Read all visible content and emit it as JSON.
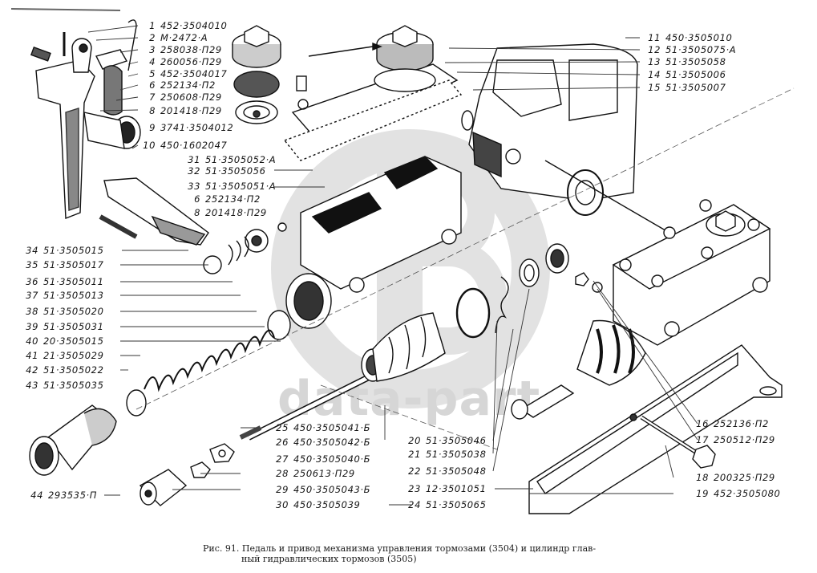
{
  "figure": {
    "caption_line1": "Рис. 91. Педаль и привод механизма управления тормозами (3504) и цилиндр глав-",
    "caption_line2": "ный гидравлических тормозов (3505)",
    "watermark_text": "data-part",
    "watermark_logo": "B-logo"
  },
  "parts_left_top": [
    {
      "num": "1",
      "code": "452·3504010"
    },
    {
      "num": "2",
      "code": "М·2472·А"
    },
    {
      "num": "3",
      "code": "258038·П29"
    },
    {
      "num": "4",
      "code": "260056·П29"
    },
    {
      "num": "5",
      "code": "452·3504017"
    },
    {
      "num": "6",
      "code": "252134·П2"
    },
    {
      "num": "7",
      "code": "250608·П29"
    },
    {
      "num": "8",
      "code": "201418·П29"
    },
    {
      "num": "9",
      "code": "3741·3504012"
    },
    {
      "num": "10",
      "code": "450·1602047"
    }
  ],
  "parts_mid_top": [
    {
      "num": "31",
      "code": "51·3505052·А"
    },
    {
      "num": "32",
      "code": "51·3505056"
    },
    {
      "num": "33",
      "code": "51·3505051·А"
    },
    {
      "num": "6",
      "code": "252134·П2"
    },
    {
      "num": "8",
      "code": "201418·П29"
    }
  ],
  "parts_left_bottom": [
    {
      "num": "34",
      "code": "51·3505015"
    },
    {
      "num": "35",
      "code": "51·3505017"
    },
    {
      "num": "36",
      "code": "51·3505011"
    },
    {
      "num": "37",
      "code": "51·3505013"
    },
    {
      "num": "38",
      "code": "51·3505020"
    },
    {
      "num": "39",
      "code": "51·3505031"
    },
    {
      "num": "40",
      "code": "20·3505015"
    },
    {
      "num": "41",
      "code": "21·3505029"
    },
    {
      "num": "42",
      "code": "51·3505022"
    },
    {
      "num": "43",
      "code": "51·3505035"
    },
    {
      "num": "44",
      "code": "293535·П"
    }
  ],
  "parts_center_bottom": [
    {
      "num": "25",
      "code": "450·3505041·Б"
    },
    {
      "num": "26",
      "code": "450·3505042·Б"
    },
    {
      "num": "27",
      "code": "450·3505040·Б"
    },
    {
      "num": "28",
      "code": "250613·П29"
    },
    {
      "num": "29",
      "code": "450·3505043·Б"
    },
    {
      "num": "30",
      "code": "450·3505039"
    }
  ],
  "parts_right_bottom": [
    {
      "num": "20",
      "code": "51·3505046"
    },
    {
      "num": "21",
      "code": "51·3505038"
    },
    {
      "num": "22",
      "code": "51·3505048"
    },
    {
      "num": "23",
      "code": "12·3501051"
    },
    {
      "num": "24",
      "code": "51·3505065"
    }
  ],
  "parts_right_top": [
    {
      "num": "11",
      "code": "450·3505010"
    },
    {
      "num": "12",
      "code": "51·3505075·А"
    },
    {
      "num": "13",
      "code": "51·3505058"
    },
    {
      "num": "14",
      "code": "51·3505006"
    },
    {
      "num": "15",
      "code": "51·3505007"
    }
  ],
  "parts_far_right": [
    {
      "num": "16",
      "code": "252136·П2"
    },
    {
      "num": "17",
      "code": "250512·П29"
    },
    {
      "num": "18",
      "code": "200325·П29"
    },
    {
      "num": "19",
      "code": "452·3505080"
    }
  ]
}
